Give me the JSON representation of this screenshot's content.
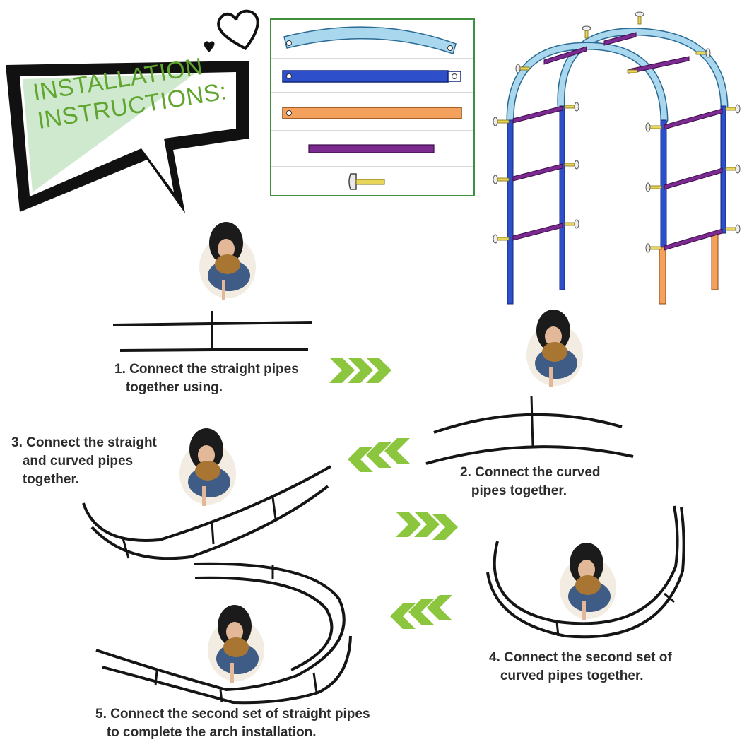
{
  "header": {
    "title_line1": "INSTALLATION",
    "title_line2": "INSTRUCTIONS:"
  },
  "colors": {
    "title_green": "#5fa52e",
    "bubble_fill": "#cfe9cf",
    "curved_pipe": "#a9d8ee",
    "straight_pipe": "#2d4fc9",
    "base_pipe": "#f3a15c",
    "connector_rod": "#7b2a8f",
    "arrow_green": "#8cc63f",
    "pipe_black": "#151515"
  },
  "parts_legend": {
    "items": [
      "curved-pipe",
      "straight-pipe",
      "base-pipe",
      "connector-rod",
      "bolt"
    ]
  },
  "steps": [
    {
      "number": "1.",
      "line1": "Connect the straight pipes",
      "line2": "together using."
    },
    {
      "number": "2.",
      "line1": "Connect the curved",
      "line2": "pipes together."
    },
    {
      "number": "3.",
      "line1": "Connect the straight",
      "line2": "and curved pipes",
      "line3": "together."
    },
    {
      "number": "4.",
      "line1": "Connect the second set of",
      "line2": "curved pipes together."
    },
    {
      "number": "5.",
      "line1": "Connect the second set of straight pipes",
      "line2": "to complete the arch installation."
    }
  ]
}
